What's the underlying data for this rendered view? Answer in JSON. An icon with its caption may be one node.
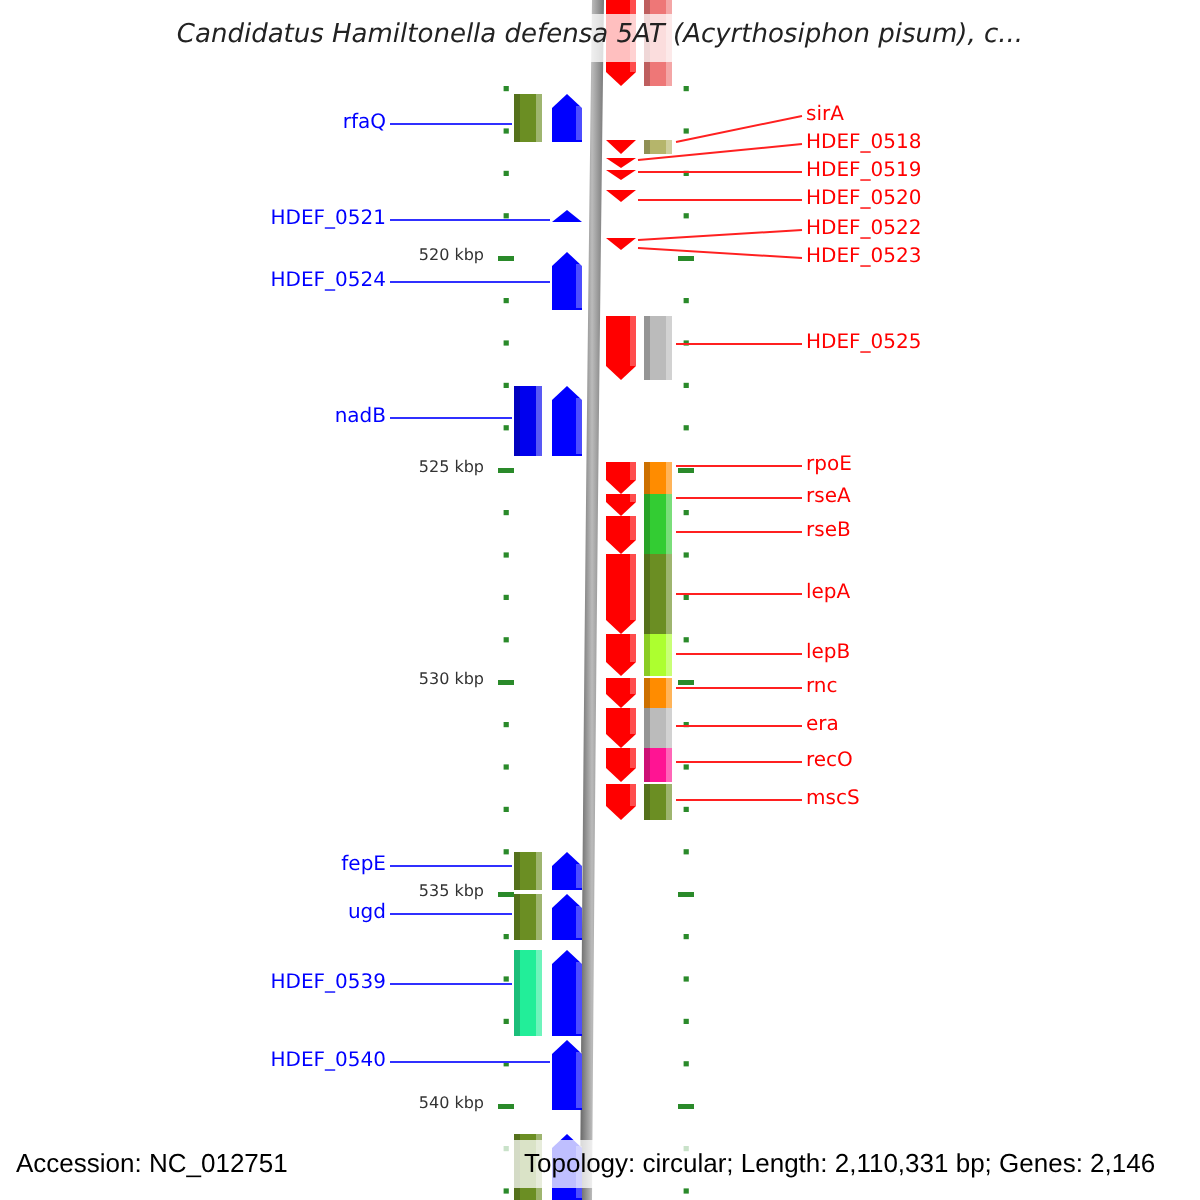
{
  "diagram": {
    "title": "Candidatus Hamiltonella defensa 5AT (Acyrthosiphon pisum), c...",
    "nodes": [
      {
        "text": [
          "rfaQ"
        ]
      },
      {
        "text": [],
        "shape": "arrow"
      },
      {
        "text": [
          "HDEF_0521"
        ]
      },
      {
        "text": [],
        "shape": "arrow"
      },
      {
        "text": [
          "HDEF_0524"
        ]
      },
      {
        "text": [],
        "shape": "arrow"
      },
      {
        "text": [
          "nadB"
        ]
      },
      {
        "text": [],
        "shape": "arrow"
      },
      {
        "text": [
          "fepE"
        ]
      },
      {
        "text": [],
        "shape": "arrow"
      },
      {
        "text": [
          "ugd"
        ]
      },
      {
        "text": [],
        "shape": "arrow"
      },
      {
        "text": [
          "HDEF_0539"
        ]
      },
      {
        "text": [],
        "shape": "arrow"
      },
      {
        "text": [
          "HDEF_0540"
        ]
      },
      {
        "text": [],
        "shape": "arrow"
      },
      {
        "text": [],
        "shape": "arrow"
      },
      {
        "text": [],
        "shape": "arrow"
      },
      {
        "text": [
          "sirA"
        ]
      },
      {
        "text": [],
        "shape": "arrow"
      },
      {
        "text": [
          "HDEF_0518"
        ]
      },
      {
        "text": [],
        "shape": "arrow"
      },
      {
        "text": [
          "HDEF_0519"
        ]
      },
      {
        "text": [],
        "shape": "arrow"
      },
      {
        "text": [
          "HDEF_0520"
        ]
      },
      {
        "text": [],
        "shape": "arrow"
      },
      {
        "text": [
          "HDEF_0522"
        ]
      },
      {
        "text": [
          "HDEF_0523"
        ]
      },
      {
        "text": [],
        "shape": "arrow"
      },
      {
        "text": [
          "HDEF_0525"
        ]
      },
      {
        "text": [],
        "shape": "arrow"
      },
      {
        "text": [
          "rpoE"
        ]
      },
      {
        "text": [],
        "shape": "arrow"
      },
      {
        "text": [
          "rseA"
        ]
      },
      {
        "text": [],
        "shape": "arrow"
      },
      {
        "text": [
          "rseB"
        ]
      },
      {
        "text": [],
        "shape": "arrow"
      },
      {
        "text": [
          "lepA"
        ]
      },
      {
        "text": [],
        "shape": "arrow"
      },
      {
        "text": [
          "lepB"
        ]
      },
      {
        "text": [],
        "shape": "arrow"
      },
      {
        "text": [
          "rnc"
        ]
      },
      {
        "text": [],
        "shape": "arrow"
      },
      {
        "text": [
          "era"
        ]
      },
      {
        "text": [],
        "shape": "arrow"
      },
      {
        "text": [
          "recO"
        ]
      },
      {
        "text": [],
        "shape": "arrow"
      },
      {
        "text": [
          "mscS"
        ]
      },
      {
        "text": [],
        "shape": "arrow"
      }
    ],
    "edges": [
      {
        "from": 0,
        "to": 1,
        "arrow": "none",
        "color": "#3030ff"
      },
      {
        "from": 2,
        "to": 3,
        "arrow": "none",
        "color": "#3030ff"
      },
      {
        "from": 4,
        "to": 5,
        "arrow": "none",
        "color": "#3030ff"
      },
      {
        "from": 6,
        "to": 7,
        "arrow": "none",
        "color": "#3030ff"
      },
      {
        "from": 8,
        "to": 9,
        "arrow": "none",
        "color": "#3030ff"
      },
      {
        "from": 10,
        "to": 11,
        "arrow": "none",
        "color": "#3030ff"
      },
      {
        "from": 12,
        "to": 13,
        "arrow": "none",
        "color": "#3030ff"
      },
      {
        "from": 14,
        "to": 15,
        "arrow": "none",
        "color": "#3030ff"
      },
      {
        "from": 18,
        "to": 19,
        "arrow": "none"
      },
      {
        "from": 20,
        "to": 21,
        "arrow": "none"
      },
      {
        "from": 22,
        "to": 23,
        "arrow": "none"
      },
      {
        "from": 24,
        "to": 25,
        "arrow": "none"
      },
      {
        "from": 26,
        "to": 28,
        "arrow": "none"
      },
      {
        "from": 27,
        "to": 28,
        "arrow": "none"
      },
      {
        "from": 29,
        "to": 30,
        "arrow": "none"
      },
      {
        "from": 31,
        "to": 32,
        "arrow": "none"
      },
      {
        "from": 33,
        "to": 34,
        "arrow": "none"
      },
      {
        "from": 35,
        "to": 36,
        "arrow": "none"
      },
      {
        "from": 37,
        "to": 38,
        "arrow": "none"
      },
      {
        "from": 39,
        "to": 40,
        "arrow": "none"
      },
      {
        "from": 41,
        "to": 42,
        "arrow": "none"
      },
      {
        "from": 43,
        "to": 44,
        "arrow": "none"
      },
      {
        "from": 45,
        "to": 46,
        "arrow": "none"
      },
      {
        "from": 47,
        "to": 48,
        "arrow": "none"
      }
    ],
    "labels": [
      "520 kbp",
      "525 kbp",
      "530 kbp",
      "535 kbp",
      "540 kbp",
      "Accession: NC_012751",
      "Topology: circular; Length: 2,110,331 bp; Genes: 2,146"
    ]
  }
}
